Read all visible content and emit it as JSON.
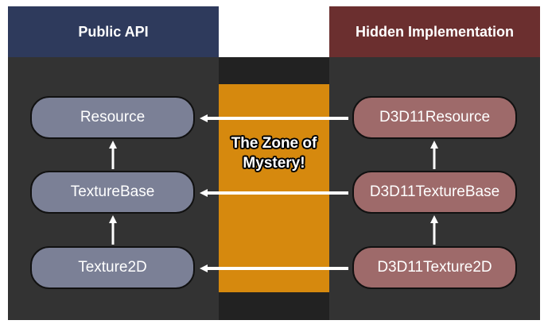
{
  "headers": {
    "public_api": "Public API",
    "hidden_impl": "Hidden Implementation"
  },
  "zone": {
    "line1": "The Zone of",
    "line2": "Mystery!",
    "color": "#d6890e"
  },
  "public_nodes": {
    "resource": "Resource",
    "texture_base": "TextureBase",
    "texture2d": "Texture2D"
  },
  "hidden_nodes": {
    "resource": "D3D11Resource",
    "texture_base": "D3D11TextureBase",
    "texture2d": "D3D11Texture2D"
  },
  "colors": {
    "public_header": "#2e3a5c",
    "hidden_header": "#6b2f2f",
    "public_node": "#7b8096",
    "hidden_node": "#9e6a6a"
  }
}
